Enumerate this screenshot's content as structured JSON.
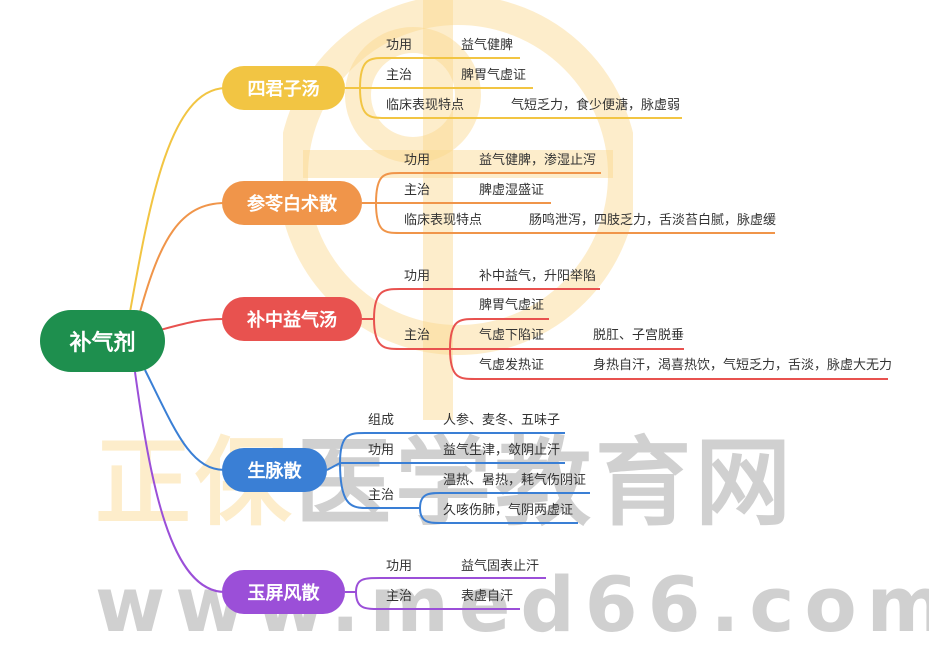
{
  "watermark": {
    "brand_cn_a": "正保",
    "brand_cn_b": "医学教育网",
    "url": "www.med66.com"
  },
  "root": {
    "label": "补气剂",
    "color": "#1e8f4e"
  },
  "branches": [
    {
      "label": "四君子汤",
      "color": "#f2c543",
      "items": [
        {
          "key": "功用",
          "value": "益气健脾"
        },
        {
          "key": "主治",
          "value": "脾胃气虚证"
        },
        {
          "key": "临床表现特点",
          "value": "气短乏力，食少便溏，脉虚弱"
        }
      ]
    },
    {
      "label": "参苓白术散",
      "color": "#f0954a",
      "items": [
        {
          "key": "功用",
          "value": "益气健脾，渗湿止泻"
        },
        {
          "key": "主治",
          "value": "脾虚湿盛证"
        },
        {
          "key": "临床表现特点",
          "value": "肠鸣泄泻，四肢乏力，舌淡苔白腻，脉虚缓"
        }
      ]
    },
    {
      "label": "补中益气汤",
      "color": "#e8524f",
      "items": [
        {
          "key": "功用",
          "value": "补中益气，升阳举陷"
        },
        {
          "key": "主治",
          "subs": [
            {
              "key": "脾胃气虚证"
            },
            {
              "key": "气虚下陷证",
              "value": "脱肛、子宫脱垂"
            },
            {
              "key": "气虚发热证",
              "value": "身热自汗，渴喜热饮，气短乏力，舌淡，脉虚大无力"
            }
          ]
        }
      ]
    },
    {
      "label": "生脉散",
      "color": "#3a7fd5",
      "items": [
        {
          "key": "组成",
          "value": "人参、麦冬、五味子"
        },
        {
          "key": "功用",
          "value": "益气生津，敛阴止汗"
        },
        {
          "key": "主治",
          "subs": [
            {
              "key": "温热、暑热，耗气伤阴证"
            },
            {
              "key": "久咳伤肺，气阴两虚证"
            }
          ]
        }
      ]
    },
    {
      "label": "玉屏风散",
      "color": "#9b4fd8",
      "items": [
        {
          "key": "功用",
          "value": "益气固表止汗"
        },
        {
          "key": "主治",
          "value": "表虚自汗"
        }
      ]
    }
  ]
}
